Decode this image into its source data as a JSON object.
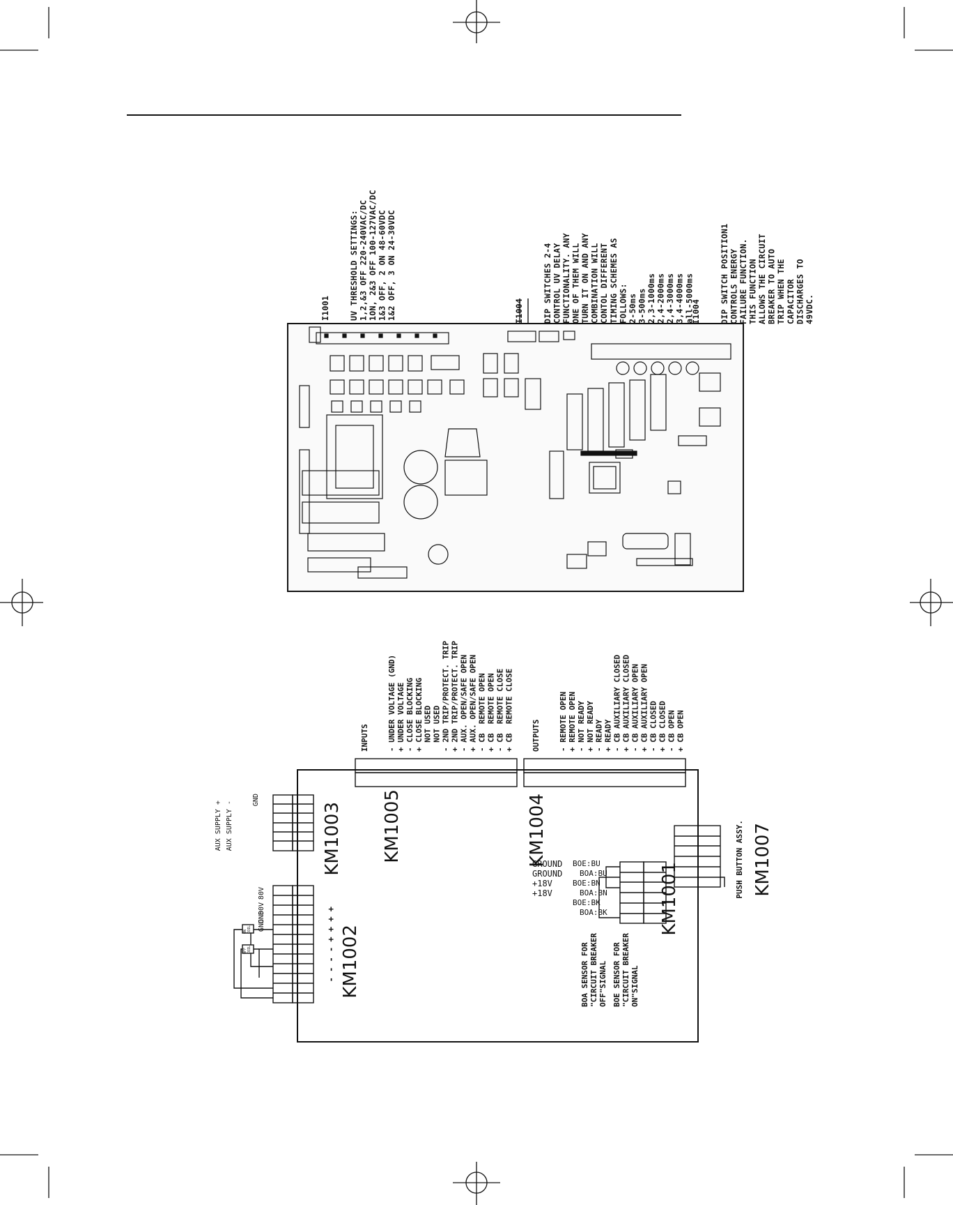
{
  "notes": {
    "i1001_title": "I1001",
    "i1001_lines": "UV THRESHOLD SETTINGS:\n1,2,&3 OFF 220-240VAC/DC\n1ON, 2&3 OFF 100-127VAC/DC\n1&3 OFF, 2 ON 48-60VDC\n1&2 OFF, 3 ON 24-30VDC",
    "i1004a_title": "I1004",
    "i1004a_lines": "DIP SWITCHES 2-4\nCONTROL UV DELAY\nFUNCTIONALITY. ANY\nONE OF THEM WILL\nTURN IT ON AND ANY\nCOMBINATION WILL\nCONTOL DIFFERENT\nTIMING SCHEMES AS\nFOLLOWS:\n2-50ms\n3-500ms\n2,3-1000ms\n2,4-2000ms\n2,4-3000ms\n3,4-4000ms\nall-5000ms",
    "i1004b_title": "I1004",
    "i1004b_lines": "DIP SWITCH POSITION1\nCONTROLS ENERGY\nFAILURE FUNCTION.\nTHIS FUNCTION\nALLOWS THE CIRCUIT\nBREAKER TO AUTO\nTRIP WHEN THE\nCAPACITOR\nDISCHARGES TO\n49VDC."
  },
  "inputs": {
    "title": "INPUTS",
    "lines": "- UNDER VOLTAGE (GND)\n+ UNDER VOLTAGE\n- CLOSE BLOCKING\n+ CLOSE BLOCKING\n  NOT USED\n  NOT USED\n- 2ND TRIP/PROTECT. TRIP\n+ 2ND TRIP/PROTECT. TRIP\n- AUX. OPEN/SAFE OPEN\n+ AUX. OPEN/SAFE OPEN\n- CB  REMOTE OPEN\n+ CB  REMOTE OPEN\n- CB  REMOTE CLOSE\n+ CB  REMOTE CLOSE"
  },
  "outputs": {
    "title": "OUTPUTS",
    "lines": "- REMOTE OPEN\n+ REMOTE OPEN\n- NOT READY\n+ NOT READY\n- READY\n+ READY\n- CB AUXILIARY CLOSED\n+ CB AUXILIARY CLOSED\n- CB AUXILIARY OPEN\n+ CB AUXILIARY OPEN\n- CB CLOSED\n+ CB CLOSED\n- CB OPEN\n+ CB OPEN"
  },
  "connectors": {
    "km1002": "KM1002",
    "km1003": "KM1003",
    "km1005": "KM1005",
    "km1004": "KM1004",
    "km1001": "KM1001",
    "km1007": "KM1007"
  },
  "km1003_labels": [
    "GND",
    "AUX SUPPLY +",
    "AUX SUPPLY -"
  ],
  "km1002_labels": [
    "80V",
    "80V",
    "GND",
    "GND"
  ],
  "km1002_signs": "- - - - + + + +",
  "km1001_labels": [
    "GROUND",
    "GROUND",
    "+18V",
    "+18V"
  ],
  "km1001_tags": [
    "BOE:BU",
    "BOA:BU",
    "BOE:BN",
    "BOA:BN",
    "BOE:BK",
    "BOA:BK"
  ],
  "km1007_label": "PUSH BUTTON ASSY.",
  "sensor_notes": {
    "boa": "BOA SENSOR FOR\n\"CIRCUIT BREAKER\nOFF\"SIGNAL",
    "boe": "BOE SENSOR FOR\n\"CIRCUIT BREAKER\nON\"SIGNAL"
  },
  "switch_tags": [
    "ON\nCOIL",
    "OFF\nCOIL"
  ]
}
